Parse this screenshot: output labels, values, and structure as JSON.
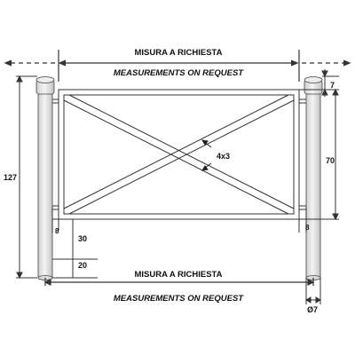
{
  "labels": {
    "top_it": "MISURA A RICHIESTA",
    "top_en": "MEASUREMENTS ON REQUEST",
    "bottom_it": "MISURA A RICHIESTA",
    "bottom_en": "MEASUREMENTS ON REQUEST"
  },
  "dimensions": {
    "total_height": "127",
    "cap_offset": "7",
    "panel_height": "70",
    "bar_section": "4x3",
    "post_gap_left": "8",
    "post_gap_right": "8",
    "ground_clearance": "30",
    "embedding": "20",
    "post_diameter": "Ø7"
  },
  "colors": {
    "line": "#2a2a2a",
    "post_fill": "#e4e4e4",
    "post_shade": "#c9c9c9"
  }
}
